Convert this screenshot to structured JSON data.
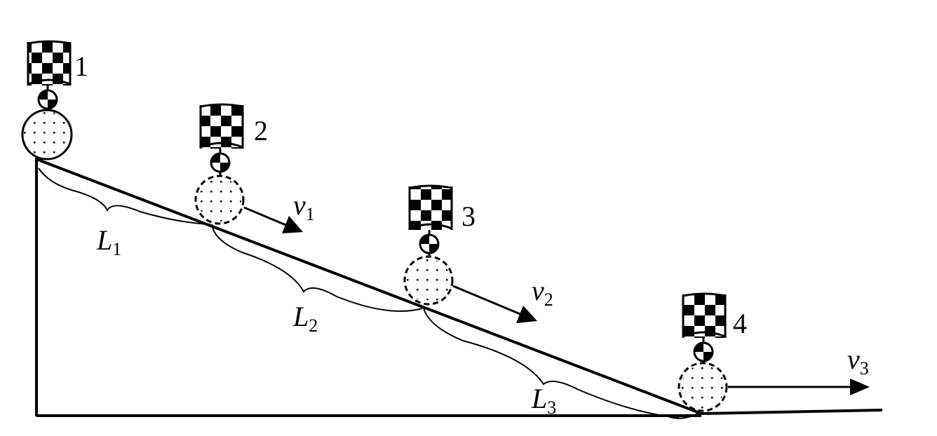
{
  "diagram": {
    "flags": [
      {
        "number": "1"
      },
      {
        "number": "2"
      },
      {
        "number": "3"
      },
      {
        "number": "4"
      }
    ],
    "segments": [
      {
        "symbol": "L",
        "subscript": "1"
      },
      {
        "symbol": "L",
        "subscript": "2"
      },
      {
        "symbol": "L",
        "subscript": "3"
      }
    ],
    "velocities": [
      {
        "symbol": "v",
        "subscript": "1"
      },
      {
        "symbol": "v",
        "subscript": "2"
      },
      {
        "symbol": "v",
        "subscript": "3"
      }
    ]
  }
}
